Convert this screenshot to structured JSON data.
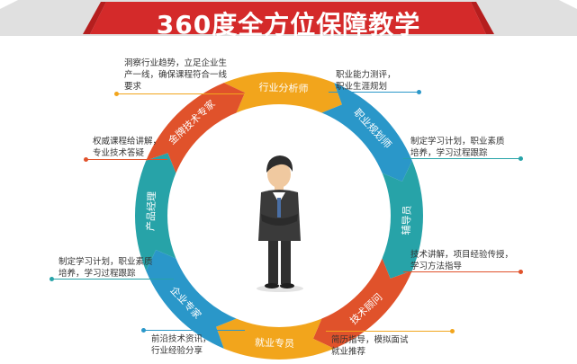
{
  "title": "360度全方位保障教学",
  "roles": [
    {
      "label": "行业分析师",
      "color": "#f2a51c"
    },
    {
      "label": "职业规划师",
      "color": "#2a97c9"
    },
    {
      "label": "辅导员",
      "color": "#27a3a8"
    },
    {
      "label": "技术顾问",
      "color": "#e0522b"
    },
    {
      "label": "就业专员",
      "color": "#f2a51c"
    },
    {
      "label": "企业专家",
      "color": "#2a97c9"
    },
    {
      "label": "产品经理",
      "color": "#27a3a8"
    },
    {
      "label": "金牌技术专家",
      "color": "#e0522b"
    }
  ],
  "notes": {
    "analyst": [
      "洞察行业趋势，立足企业生",
      "产一线，确保课程符合一线",
      "要求"
    ],
    "planner": [
      "职业能力测评，",
      "职业生涯规划"
    ],
    "tutor": [
      "制定学习计划，职业素质",
      "培养，学习过程跟踪"
    ],
    "consultant": [
      "技术讲解，项目经验传授，",
      "学习方法指导"
    ],
    "employment": [
      "简历指导，模拟面试",
      "就业推荐"
    ],
    "enterprise": [
      "前沿技术资讯，",
      "行业经验分享"
    ],
    "pm": [
      "制定学习计划，职业素质",
      "培养，学习过程跟踪"
    ],
    "expert": [
      "权威课程给讲解，",
      "专业技术答疑"
    ]
  },
  "colors": {
    "banner": "#d42a2a",
    "orange": "#f2a51c",
    "blue": "#2a97c9",
    "teal": "#27a3a8",
    "red": "#e0522b"
  }
}
